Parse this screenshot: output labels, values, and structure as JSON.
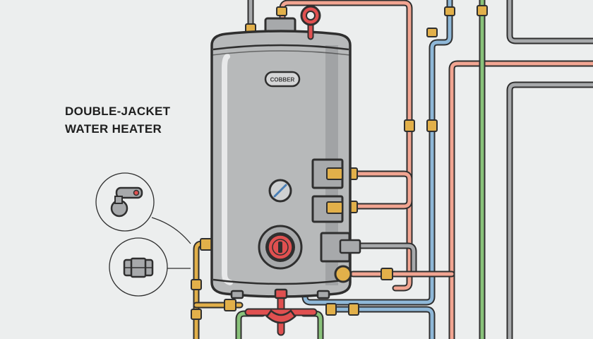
{
  "title": {
    "line1": "DOUBLE-JACKET",
    "line2": "WATER HEATER"
  },
  "tank": {
    "brand_label": "COBBER"
  },
  "colors": {
    "background": "#eceeee",
    "outline": "#2f2f2f",
    "tank_body": "#b7b9ba",
    "hot_pipe": "#f2a592",
    "cold_pipe": "#8fb8d8",
    "gas_pipe": "#89c27a",
    "brass_fitting": "#e2b04a",
    "red_valve": "#e05050",
    "grey_pipe": "#a7a9ab"
  },
  "icons": {
    "gauge": "gauge-icon",
    "burner": "burner-icon",
    "detail_valve": "valve-icon",
    "detail_coupling": "coupling-icon"
  }
}
